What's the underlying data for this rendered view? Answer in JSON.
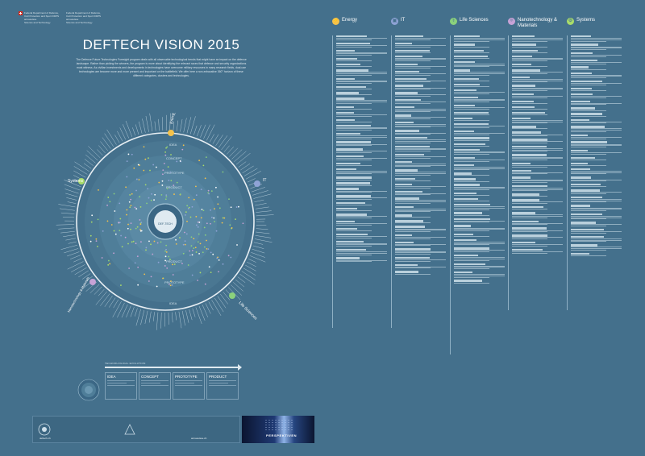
{
  "header": {
    "org_left": [
      "Federal Department of Defence,",
      "Civil Protection and Sport DDPS",
      "armasuisse",
      "Science and Technology"
    ],
    "org_right": [
      "Federal Department of Defence,",
      "Civil Protection and Sport DDPS",
      "armasuisse",
      "Science and Technology"
    ]
  },
  "title": "DEFTECH VISION 2015",
  "intro": "The Defence Future Technologies Foresight program deals with all observable technological trends that might have an impact on the defence landscape. Rather than picking the winners, the program is more about identifying the relevant races that defence and security organizations must witness. As civilian investments and developments in technologies have overcome military resources in many research fields, dual-use technologies are become more and more present and important on the battlefield. We offer here a non-exhaustive 360° horizon of these different categories, clusters and technologies.",
  "radar": {
    "rings": [
      "IDEA",
      "CONCEPT",
      "PROTOTYPE",
      "PRODUCT"
    ],
    "sectors": [
      "Energy",
      "IT",
      "Life Sciences",
      "Nanotechnology & Materials",
      "Systems"
    ],
    "center_label": "DEF-TECH"
  },
  "evolution": {
    "label": "TECHNOLOGICAL EVOLUTION",
    "stages": [
      "IDEA",
      "CONCEPT",
      "PROTOTYPE",
      "PRODUCT"
    ]
  },
  "footer": {
    "url_left": "deftech.ch",
    "url_right": "armasuisse.ch",
    "photo_text": "PERSPEKTIVEN"
  },
  "categories": [
    {
      "name": "Energy",
      "color": "#f5c24a",
      "icon": "lightning-icon"
    },
    {
      "name": "IT",
      "color": "#8fa3d6",
      "icon": "chip-icon"
    },
    {
      "name": "Life Sciences",
      "color": "#8bd17c",
      "icon": "dna-icon"
    },
    {
      "name": "Nanotechnology & Materials",
      "color": "#c7a2d6",
      "icon": "atom-icon"
    },
    {
      "name": "Systems",
      "color": "#a9dc6a",
      "icon": "gear-icon"
    }
  ]
}
